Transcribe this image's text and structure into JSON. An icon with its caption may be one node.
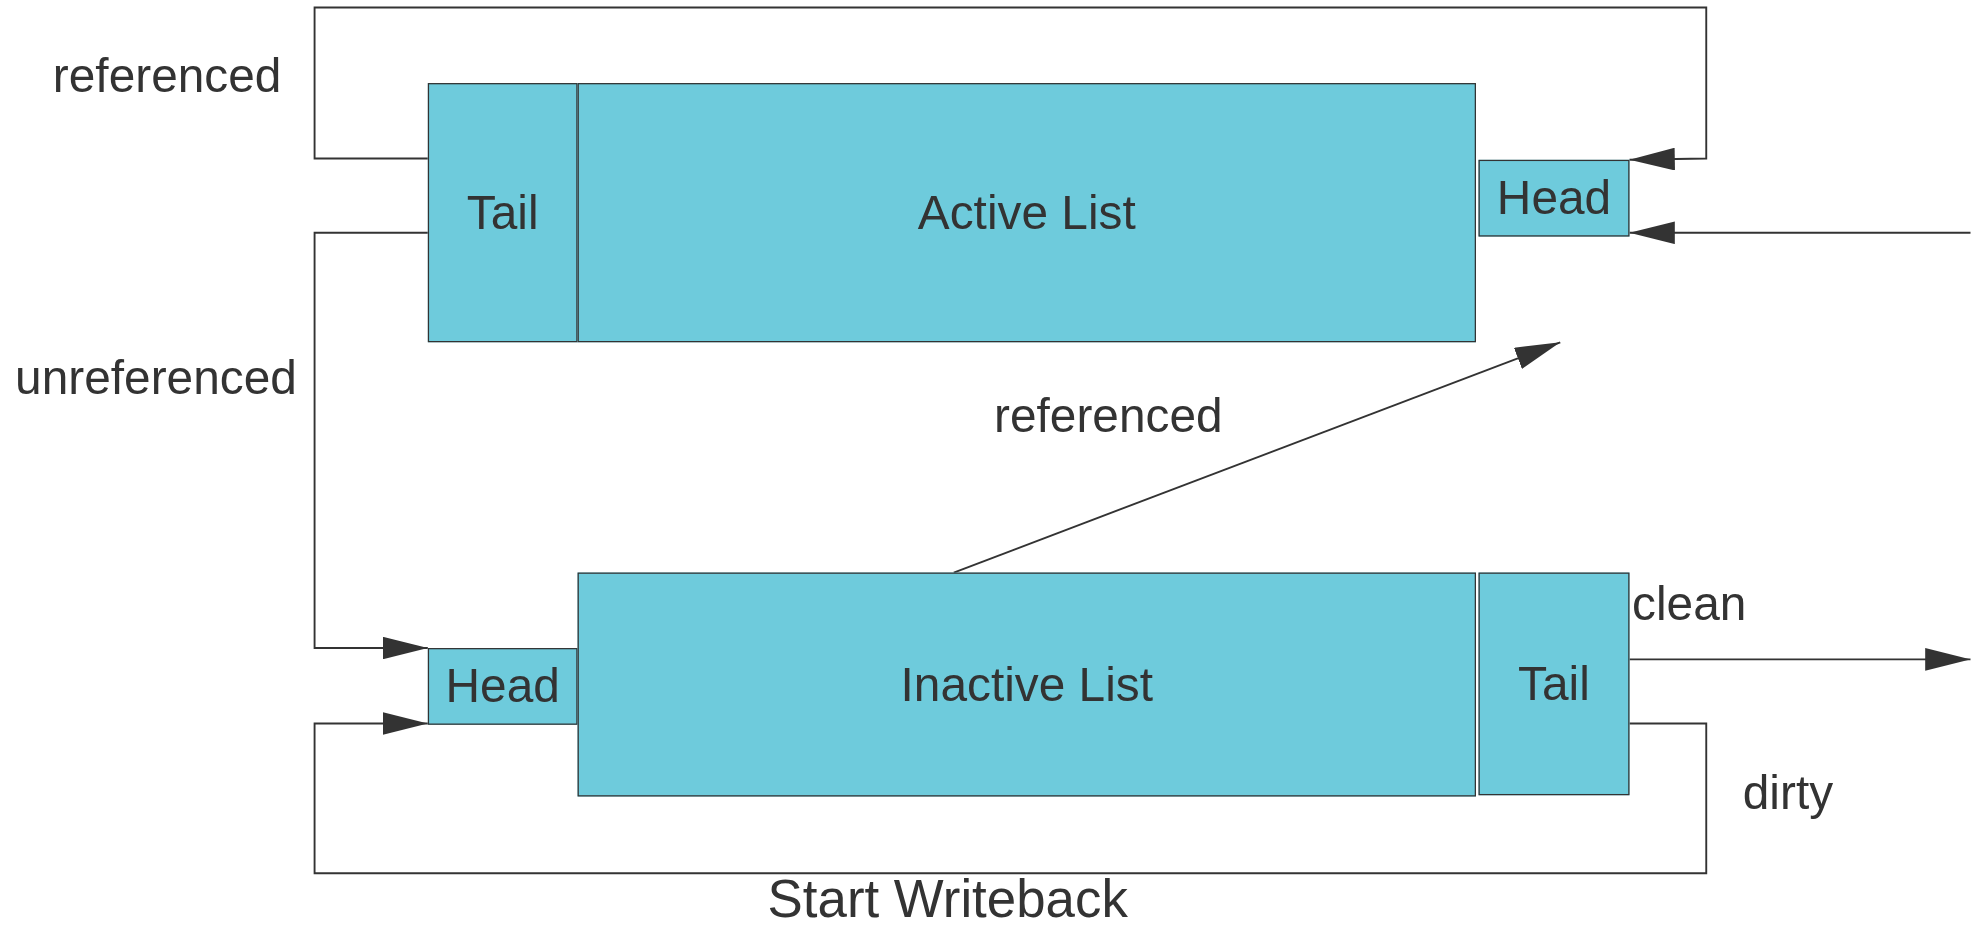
{
  "diagram": {
    "nodes": [
      {
        "text": [
          "Tail"
        ]
      },
      {
        "text": [
          "Active List"
        ]
      },
      {
        "text": [
          "Head"
        ]
      },
      {
        "text": [
          "Head"
        ]
      },
      {
        "text": [
          "Inactive List"
        ]
      },
      {
        "text": [
          "Tail"
        ]
      }
    ],
    "edges": [
      {
        "from": 0,
        "to": 2,
        "arrow": "to",
        "label": "referenced"
      },
      {
        "from": 0,
        "to": 3,
        "arrow": "to",
        "label": "unreferenced"
      },
      {
        "from": null,
        "to": 2,
        "arrow": "to"
      },
      {
        "from": 4,
        "to": null,
        "arrow": "to",
        "label": "referenced"
      },
      {
        "from": 5,
        "to": null,
        "arrow": "to",
        "label": "clean"
      },
      {
        "from": 5,
        "to": 3,
        "arrow": "to",
        "label": "dirty"
      }
    ],
    "labels": [
      "Start Writeback"
    ]
  }
}
